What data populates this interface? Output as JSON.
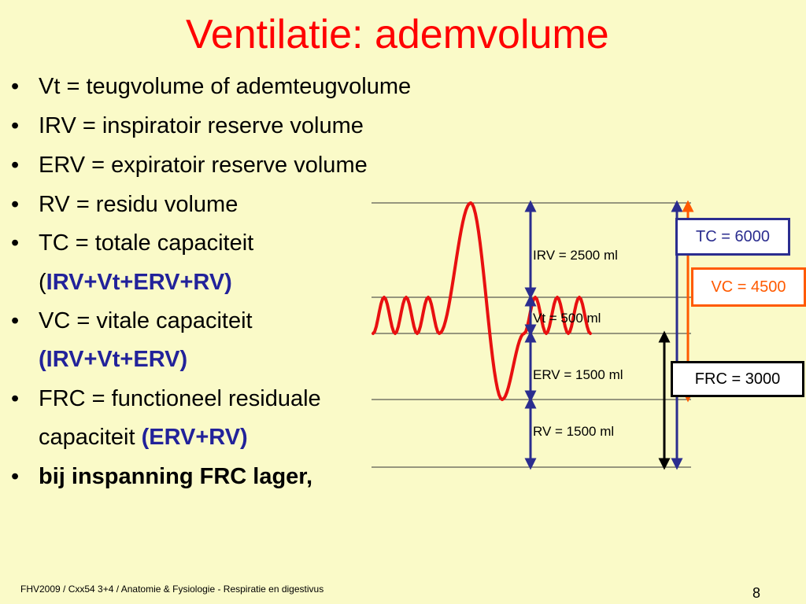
{
  "title": "Ventilatie: ademvolume",
  "bullets": [
    {
      "bullet": "•",
      "text": "Vt = teugvolume of ademteugvolume"
    },
    {
      "bullet": "•",
      "text": "IRV = inspiratoir reserve volume"
    },
    {
      "bullet": "•",
      "text": "ERV = expiratoir reserve volume"
    },
    {
      "bullet": "•",
      "text": "RV = residu volume"
    },
    {
      "bullet": "•",
      "text": "TC = totale capaciteit"
    },
    {
      "bullet": "",
      "pre": "(",
      "highlight": "IRV+Vt+ERV+RV)"
    },
    {
      "bullet": "•",
      "text": "VC = vitale capaciteit"
    },
    {
      "bullet": "",
      "highlight": "(IRV+Vt+ERV)"
    },
    {
      "bullet": "•",
      "text": "FRC = functioneel residuale"
    },
    {
      "bullet": "",
      "text": "capaciteit ",
      "highlight": "(ERV+RV)"
    },
    {
      "bullet": "•",
      "text": "bij inspanning FRC lager,"
    }
  ],
  "diagram": {
    "volumes": [
      {
        "label": "IRV = 2500 ml",
        "value": 2500
      },
      {
        "label": "Vt = 500 ml",
        "value": 500
      },
      {
        "label": "ERV = 1500 ml",
        "value": 1500
      },
      {
        "label": "RV = 1500 ml",
        "value": 1500
      }
    ],
    "capacities": {
      "tc": "TC = 6000",
      "vc": "VC = 4500",
      "frc": "FRC = 3000"
    },
    "colors": {
      "waveform": "#e81010",
      "volume_arrows": "#2b2d8f",
      "tc": "#2b2d8f",
      "vc": "#ff5a00",
      "frc": "#000000"
    }
  },
  "footer": "FHV2009 / Cxx54 3+4 / Anatomie & Fysiologie - Respiratie en digestivus",
  "page_number": "8"
}
